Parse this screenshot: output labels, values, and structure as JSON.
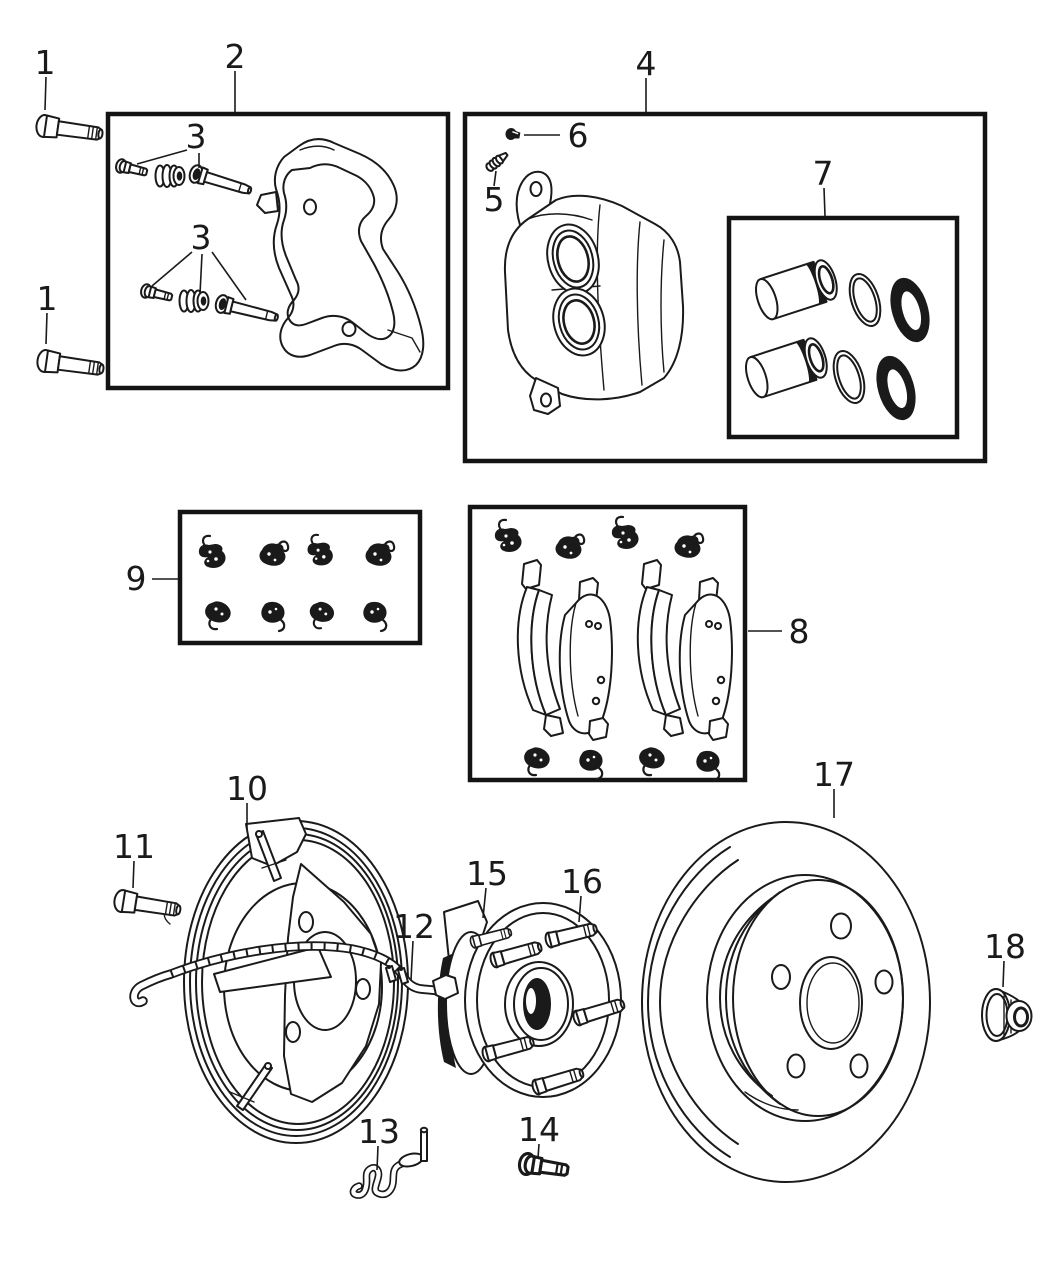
{
  "diagram": {
    "kind": "exploded-parts-diagram",
    "colors": {
      "line": "#1a1a1a",
      "box_border": "#141414",
      "background": "#ffffff"
    },
    "callouts": [
      {
        "id": "1-upper",
        "text": "1"
      },
      {
        "id": "2",
        "text": "2"
      },
      {
        "id": "3-upper",
        "text": "3"
      },
      {
        "id": "3-lower",
        "text": "3"
      },
      {
        "id": "1-lower",
        "text": "1"
      },
      {
        "id": "4",
        "text": "4"
      },
      {
        "id": "5",
        "text": "5"
      },
      {
        "id": "6",
        "text": "6"
      },
      {
        "id": "7",
        "text": "7"
      },
      {
        "id": "9",
        "text": "9"
      },
      {
        "id": "8",
        "text": "8"
      },
      {
        "id": "10",
        "text": "10"
      },
      {
        "id": "11",
        "text": "11"
      },
      {
        "id": "12",
        "text": "12"
      },
      {
        "id": "15",
        "text": "15"
      },
      {
        "id": "16",
        "text": "16"
      },
      {
        "id": "17",
        "text": "17"
      },
      {
        "id": "18",
        "text": "18"
      },
      {
        "id": "13",
        "text": "13"
      },
      {
        "id": "14",
        "text": "14"
      }
    ]
  }
}
